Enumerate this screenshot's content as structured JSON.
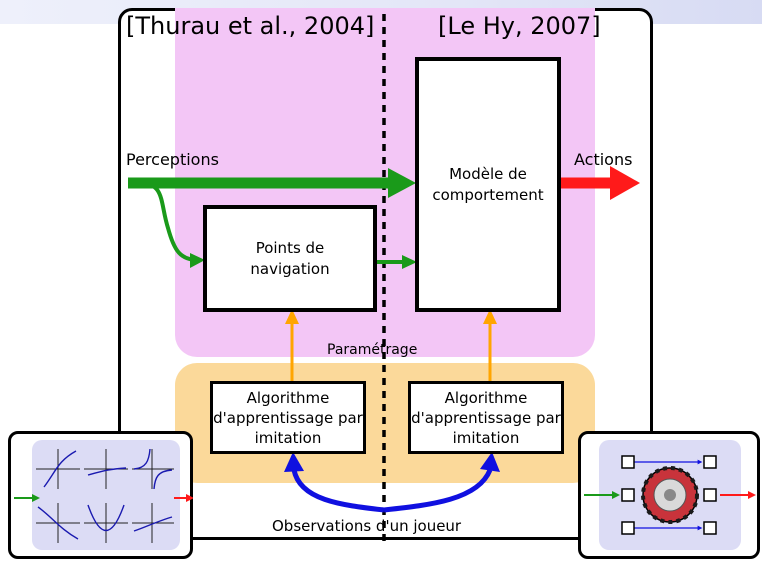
{
  "refs": {
    "left": "[Thurau et al., 2004]",
    "right": "[Le Hy, 2007]"
  },
  "labels": {
    "perceptions": "Perceptions",
    "actions": "Actions",
    "parametrage": "Paramétrage",
    "observations": "Observations d'un joueur"
  },
  "boxes": {
    "navigation": "Points de navigation",
    "model": "Modèle de comportement",
    "algo_left": "Algorithme d'apprentissage par imitation",
    "algo_right": "Algorithme d'apprentissage par imitation"
  },
  "colors": {
    "perceptions": "#1a9a1a",
    "actions": "#ff1a1a",
    "parametrage": "#ffa500",
    "observations": "#1010e0",
    "pink_region": "#f3c6f6",
    "orange_region": "#fbd99a"
  }
}
